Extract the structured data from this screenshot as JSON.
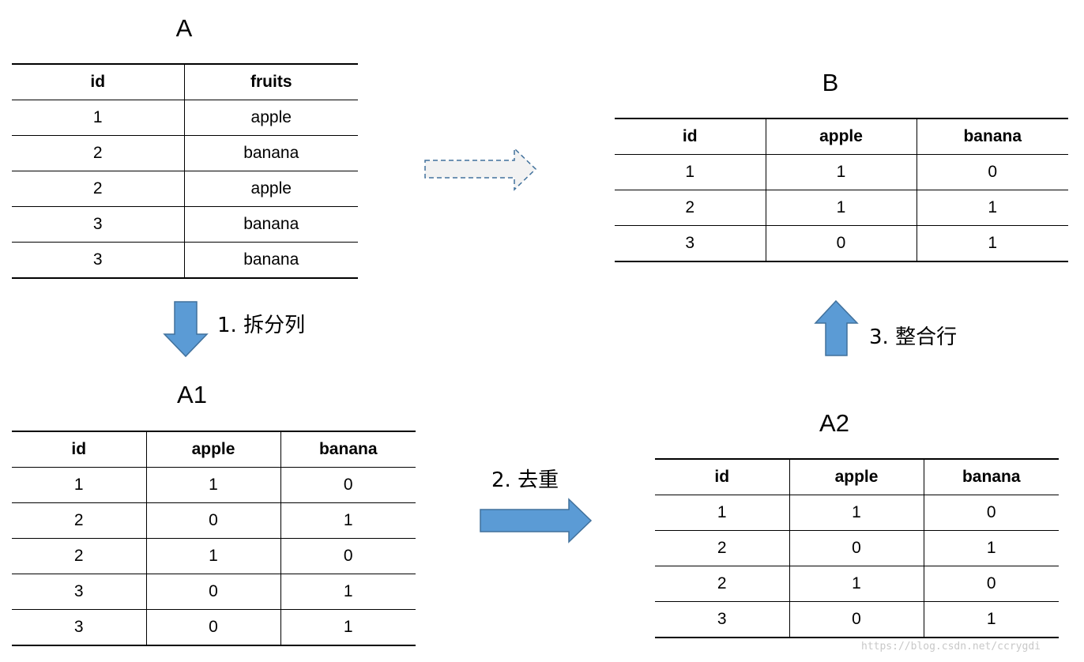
{
  "tables": {
    "A": {
      "title": "A",
      "headers": [
        "id",
        "fruits"
      ],
      "rows": [
        [
          "1",
          "apple"
        ],
        [
          "2",
          "banana"
        ],
        [
          "2",
          "apple"
        ],
        [
          "3",
          "banana"
        ],
        [
          "3",
          "banana"
        ]
      ]
    },
    "A1": {
      "title": "A1",
      "headers": [
        "id",
        "apple",
        "banana"
      ],
      "rows": [
        [
          "1",
          "1",
          "0"
        ],
        [
          "2",
          "0",
          "1"
        ],
        [
          "2",
          "1",
          "0"
        ],
        [
          "3",
          "0",
          "1"
        ],
        [
          "3",
          "0",
          "1"
        ]
      ]
    },
    "A2": {
      "title": "A2",
      "headers": [
        "id",
        "apple",
        "banana"
      ],
      "rows": [
        [
          "1",
          "1",
          "0"
        ],
        [
          "2",
          "0",
          "1"
        ],
        [
          "2",
          "1",
          "0"
        ],
        [
          "3",
          "0",
          "1"
        ]
      ]
    },
    "B": {
      "title": "B",
      "headers": [
        "id",
        "apple",
        "banana"
      ],
      "rows": [
        [
          "1",
          "1",
          "0"
        ],
        [
          "2",
          "1",
          "1"
        ],
        [
          "3",
          "0",
          "1"
        ]
      ]
    }
  },
  "steps": {
    "step1": "1. 拆分列",
    "step2": "2. 去重",
    "step3": "3. 整合行"
  },
  "colors": {
    "arrow_fill": "#5b9bd5",
    "arrow_stroke": "#41719c",
    "dashed_arrow_fill": "#f2f2f2",
    "dashed_arrow_stroke": "#41719c"
  },
  "watermark": "https://blog.csdn.net/ccrygdi"
}
